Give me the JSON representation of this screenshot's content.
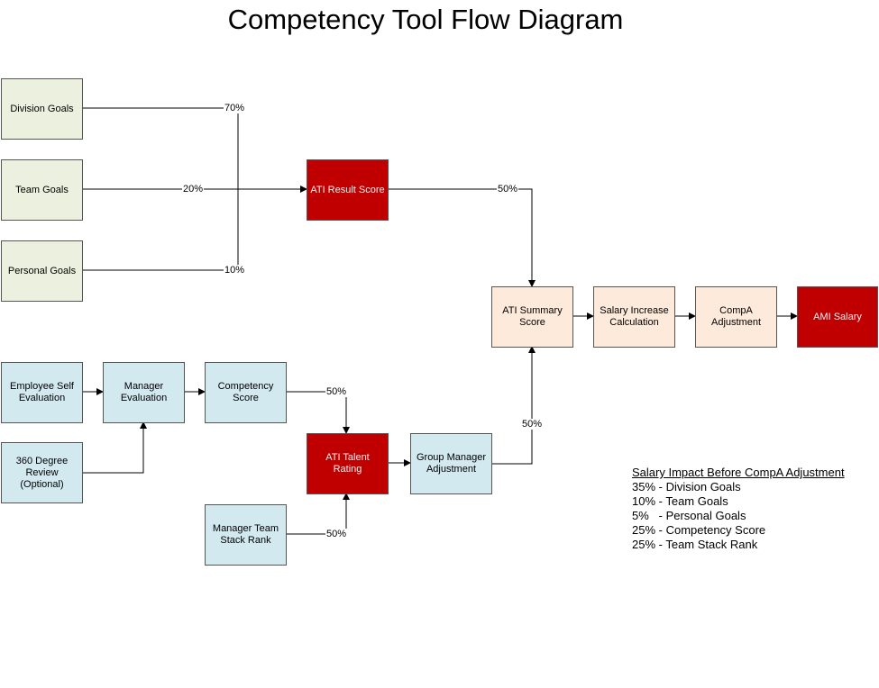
{
  "title": "Competency Tool Flow Diagram",
  "nodes": {
    "division_goals": "Division Goals",
    "team_goals": "Team Goals",
    "personal_goals": "Personal Goals",
    "ati_result_score": "ATI Result Score",
    "ati_summary_score": "ATI Summary\nScore",
    "salary_increase_calc": "Salary Increase\nCalculation",
    "compa_adjustment": "CompA\nAdjustment",
    "ami_salary": "AMI Salary",
    "employee_self_eval": "Employee Self\nEvaluation",
    "manager_eval": "Manager\nEvaluation",
    "competency_score": "Competency\nScore",
    "review_360": "360 Degree\nReview\n(Optional)",
    "ati_talent_rating": "ATI Talent Rating",
    "group_manager_adj": "Group Manager\nAdjustment",
    "manager_team_stack_rank": "Manager Team\nStack Rank"
  },
  "weights": {
    "division": "70%",
    "team": "20%",
    "personal": "10%",
    "result_to_summary": "50%",
    "competency_to_talent": "50%",
    "stack_to_talent": "50%",
    "group_to_summary": "50%"
  },
  "legend": {
    "title": "Salary Impact Before CompA Adjustment",
    "items": [
      "35% - Division Goals",
      "10% - Team Goals",
      "5%   - Personal Goals",
      "25% - Competency Score",
      "25% - Team Stack Rank"
    ]
  },
  "colors": {
    "goal_box": "#ebf1de",
    "eval_box": "#d3e9f0",
    "calc_box": "#fdeada",
    "key_box": "#c00000"
  }
}
